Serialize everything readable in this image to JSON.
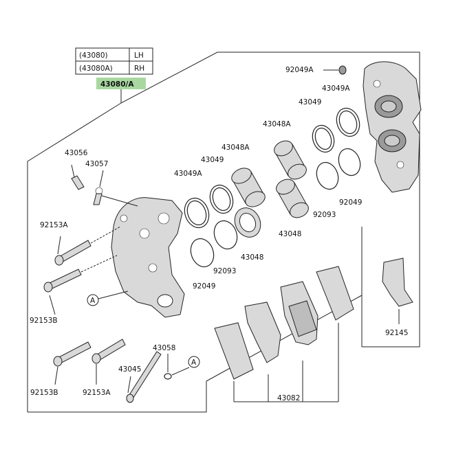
{
  "reference_table": {
    "rows": [
      {
        "part": "(43080)",
        "side": "LH"
      },
      {
        "part": "(43080A)",
        "side": "RH"
      }
    ],
    "highlight": "43080/A",
    "highlight_color": "#a8d8a0"
  },
  "labels": {
    "l92049A": "92049A",
    "l43049A_top": "43049A",
    "l43049_top": "43049",
    "l43048A_right": "43048A",
    "l43048A_left": "43048A",
    "l43049_left": "43049",
    "l43049A_left": "43049A",
    "l43056": "43056",
    "l43057": "43057",
    "l92153A_top": "92153A",
    "l92049_right": "92049",
    "l92093_right": "92093",
    "l43048_right": "43048",
    "l43048_left": "43048",
    "l92093_left": "92093",
    "l92049_left": "92049",
    "l92153B_top": "92153B",
    "l43058": "43058",
    "l43045": "43045",
    "l92153B_bottom": "92153B",
    "l92153A_bottom": "92153A",
    "l43082": "43082",
    "l92145": "92145",
    "callout_A1": "A",
    "callout_A2": "A"
  }
}
